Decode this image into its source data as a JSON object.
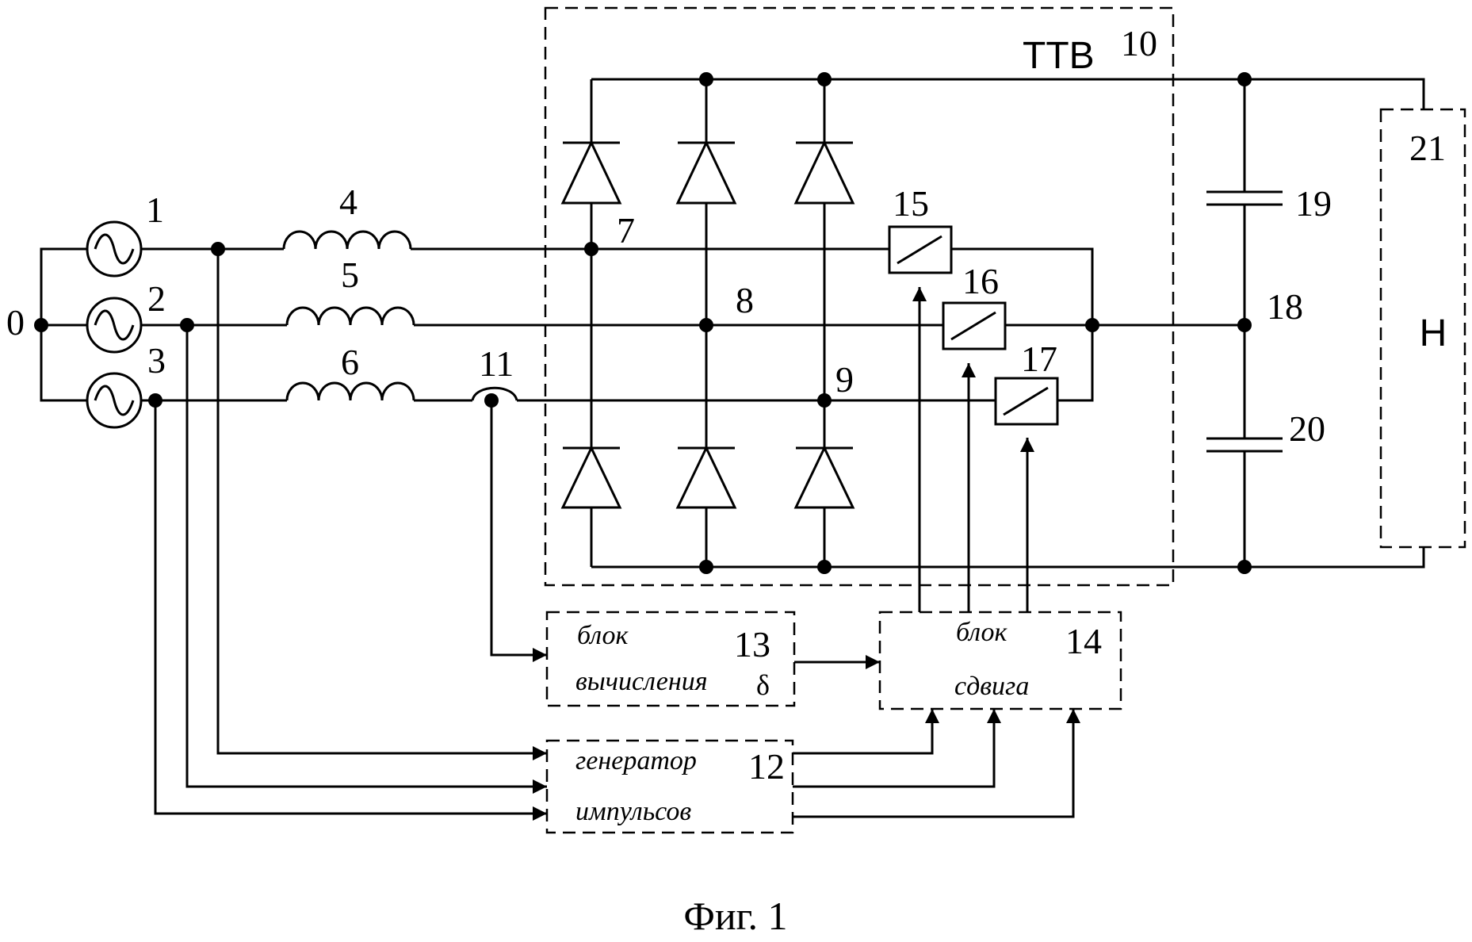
{
  "labels": {
    "n0": "0",
    "n1": "1",
    "n2": "2",
    "n3": "3",
    "n4": "4",
    "n5": "5",
    "n6": "6",
    "n7": "7",
    "n8": "8",
    "n9": "9",
    "n10": "10",
    "n11": "11",
    "n12": "12",
    "n13": "13",
    "n14": "14",
    "n15": "15",
    "n16": "16",
    "n17": "17",
    "n18": "18",
    "n19": "19",
    "n20": "20",
    "n21": "21"
  },
  "ttv": "ТТВ",
  "load": "Н",
  "block13": {
    "line1": "блок",
    "line2": "вычисления",
    "symbol": "δ"
  },
  "block14": {
    "line1": "блок",
    "line2": "сдвига"
  },
  "block12": {
    "line1": "генератор",
    "line2": "импульсов"
  },
  "caption": "Фиг. 1"
}
